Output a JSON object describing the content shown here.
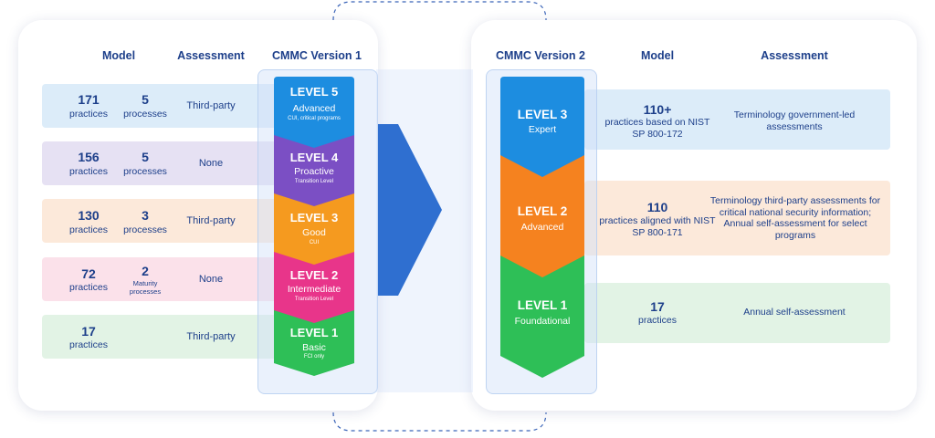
{
  "v1": {
    "headers": {
      "model": "Model",
      "assessment": "Assessment",
      "version": "CMMC Version 1"
    },
    "rows": [
      {
        "practices_num": "171",
        "practices_label": "practices",
        "processes_num": "5",
        "processes_label": "processes",
        "assessment": "Third-party",
        "color": "#dcecf9"
      },
      {
        "practices_num": "156",
        "practices_label": "practices",
        "processes_num": "5",
        "processes_label": "processes",
        "assessment": "None",
        "color": "#e6e1f3"
      },
      {
        "practices_num": "130",
        "practices_label": "practices",
        "processes_num": "3",
        "processes_label": "processes",
        "assessment": "Third-party",
        "color": "#fce9da"
      },
      {
        "practices_num": "72",
        "practices_label": "practices",
        "processes_num": "2",
        "processes_label": "Maturity processes",
        "assessment": "None",
        "color": "#fbe1ea"
      },
      {
        "practices_num": "17",
        "practices_label": "practices",
        "processes_num": "",
        "processes_label": "",
        "assessment": "Third-party",
        "color": "#e2f3e5"
      }
    ],
    "levels": [
      {
        "title": "LEVEL 5",
        "name": "Advanced",
        "note": "CUI, critical programs",
        "color": "#1d8de0"
      },
      {
        "title": "LEVEL 4",
        "name": "Proactive",
        "note": "Transition Level",
        "color": "#7b4fc4"
      },
      {
        "title": "LEVEL 3",
        "name": "Good",
        "note": "CUI",
        "color": "#f59a1f"
      },
      {
        "title": "LEVEL 2",
        "name": "Intermediate",
        "note": "Transition Level",
        "color": "#e8358a"
      },
      {
        "title": "LEVEL 1",
        "name": "Basic",
        "note": "FCI only",
        "color": "#2ebf57"
      }
    ]
  },
  "v2": {
    "headers": {
      "version": "CMMC Version 2",
      "model": "Model",
      "assessment": "Assessment"
    },
    "levels": [
      {
        "title": "LEVEL 3",
        "name": "Expert",
        "color": "#1d8de0"
      },
      {
        "title": "LEVEL 2",
        "name": "Advanced",
        "color": "#f5821f"
      },
      {
        "title": "LEVEL 1",
        "name": "Foundational",
        "color": "#2ebf57"
      }
    ],
    "rows": [
      {
        "num": "110+",
        "model_text": "practices based on NIST SP 800-172",
        "assessment": "Terminology government-led assessments",
        "color": "#dcecf9"
      },
      {
        "num": "110",
        "model_text": "practices aligned with NIST SP 800-171",
        "assessment": "Terminology third-party assessments for critical national security information; Annual self-assessment for select programs",
        "color": "#fce9da"
      },
      {
        "num": "17",
        "model_text": "practices",
        "assessment": "Annual self-assessment",
        "color": "#e2f3e5"
      }
    ]
  },
  "colors": {
    "arrow": "#2f6fd0",
    "text": "#1d3f8a",
    "connector": "#3a64b8"
  }
}
